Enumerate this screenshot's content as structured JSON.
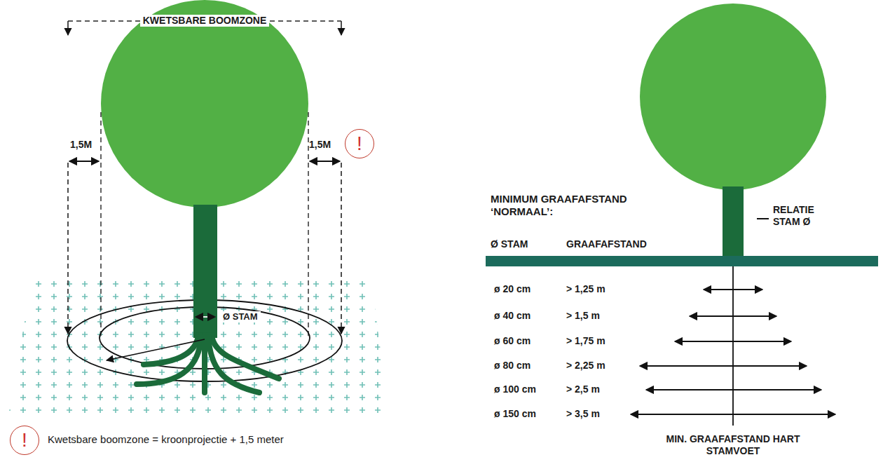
{
  "diagram": {
    "nodes": [
      {
        "text": [
          "!"
        ]
      },
      {
        "text": [
          "!"
        ]
      }
    ],
    "labels": [
      "KWETSBARE BOOMZONE",
      "1,5M",
      "1,5M",
      "Ø STAM",
      "Kwetsbare boomzone = kroonprojectie + 1,5 meter",
      "MINIMUM GRAAFAFSTAND ‘NORMAAL’:",
      "RELATIE STAM Ø",
      "Ø STAM",
      "GRAAFAFSTAND",
      "ø 20 cm",
      "> 1,25 m",
      "ø 40 cm",
      "> 1,5 m",
      "ø 60 cm",
      "> 1,75 m",
      "ø 80 cm",
      "> 2,25 m",
      "ø 100 cm",
      "> 2,5 m",
      "ø 150 cm",
      "> 3,5 m",
      "MIN. GRAAFAFSTAND HART STAMVOET"
    ]
  }
}
